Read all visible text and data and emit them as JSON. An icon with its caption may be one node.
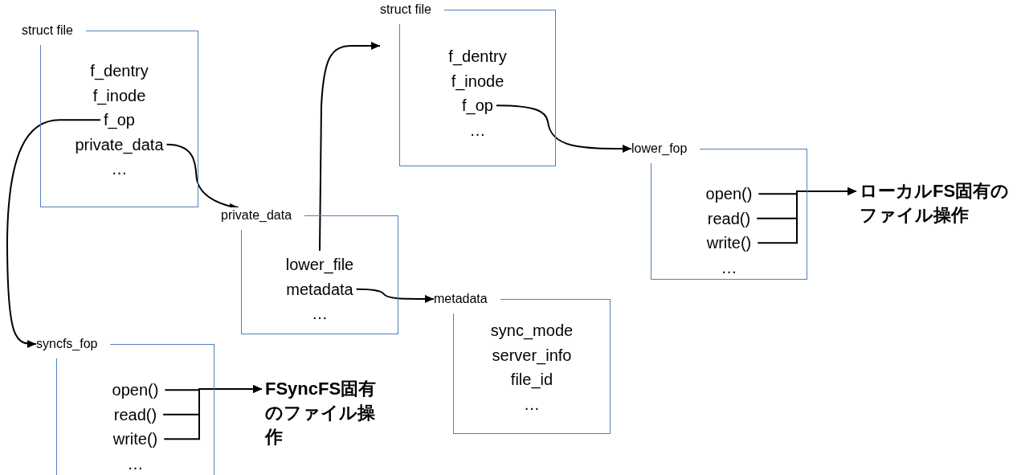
{
  "diagram": {
    "nodes": [
      {
        "text": [
          "struct file"
        ]
      },
      {
        "text": [
          "f_dentry"
        ],
        "in": 0
      },
      {
        "text": [
          "f_inode"
        ],
        "in": 0
      },
      {
        "text": [
          "f_op"
        ],
        "in": 0
      },
      {
        "text": [
          "private_data"
        ],
        "in": 0
      },
      {
        "text": [
          "…"
        ],
        "in": 0
      },
      {
        "text": [
          "struct file"
        ]
      },
      {
        "text": [
          "f_dentry"
        ],
        "in": 6
      },
      {
        "text": [
          "f_inode"
        ],
        "in": 6
      },
      {
        "text": [
          "f_op"
        ],
        "in": 6
      },
      {
        "text": [
          "…"
        ],
        "in": 6
      },
      {
        "text": [
          "lower_fop"
        ]
      },
      {
        "text": [
          "open()"
        ],
        "in": 11
      },
      {
        "text": [
          "read()"
        ],
        "in": 11
      },
      {
        "text": [
          "write()"
        ],
        "in": 11
      },
      {
        "text": [
          "…"
        ],
        "in": 11
      },
      {
        "text": [
          "ローカルFS固有のファイル操作"
        ]
      },
      {
        "text": [
          "private_data"
        ]
      },
      {
        "text": [
          "lower_file"
        ],
        "in": 17
      },
      {
        "text": [
          "metadata"
        ],
        "in": 17
      },
      {
        "text": [
          "…"
        ],
        "in": 17
      },
      {
        "text": [
          "metadata"
        ]
      },
      {
        "text": [
          "sync_mode"
        ],
        "in": 21
      },
      {
        "text": [
          "server_info"
        ],
        "in": 21
      },
      {
        "text": [
          "file_id"
        ],
        "in": 21
      },
      {
        "text": [
          "…"
        ],
        "in": 21
      },
      {
        "text": [
          "syncfs_fop"
        ]
      },
      {
        "text": [
          "open()"
        ],
        "in": 26
      },
      {
        "text": [
          "read()"
        ],
        "in": 26
      },
      {
        "text": [
          "write()"
        ],
        "in": 26
      },
      {
        "text": [
          "…"
        ],
        "in": 26
      },
      {
        "text": [
          "FSyncFS固有のファイル操作"
        ]
      }
    ],
    "edges": [
      {
        "from": 3,
        "to": 26,
        "arrow": "to"
      },
      {
        "from": 4,
        "to": 17,
        "arrow": "to"
      },
      {
        "from": 18,
        "to": 6,
        "arrow": "to"
      },
      {
        "from": 9,
        "to": 11,
        "arrow": "to"
      },
      {
        "from": 19,
        "to": 21,
        "arrow": "to"
      },
      {
        "from": 12,
        "to": 16,
        "arrow": "to"
      },
      {
        "from": 13,
        "to": 16,
        "arrow": "to"
      },
      {
        "from": 14,
        "to": 16,
        "arrow": "to"
      },
      {
        "from": 27,
        "to": 31,
        "arrow": "to"
      },
      {
        "from": 28,
        "to": 31,
        "arrow": "to"
      },
      {
        "from": 29,
        "to": 31,
        "arrow": "to"
      }
    ]
  }
}
